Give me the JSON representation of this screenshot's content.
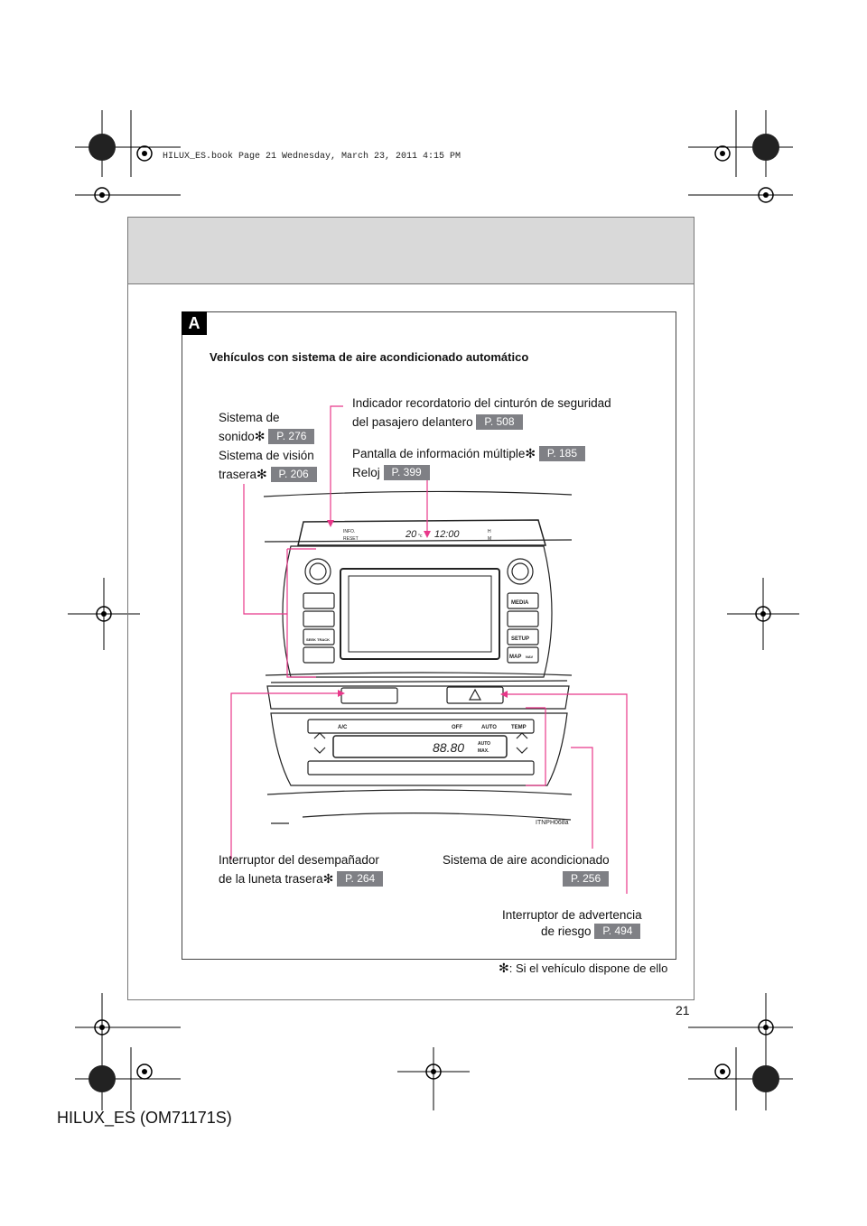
{
  "print_header": "HILUX_ES.book  Page 21  Wednesday, March 23, 2011  4:15 PM",
  "section": {
    "tag": "A",
    "title": "Vehículos con sistema de aire acondicionado automático"
  },
  "callouts": {
    "sound_line1": "Sistema de",
    "sound_line2": "sonido",
    "sound_ref": "P. 276",
    "rear_view_line1": "Sistema de visión",
    "rear_view_line2": "trasera",
    "rear_view_ref": "P. 206",
    "seatbelt_line1": "Indicador recordatorio del cinturón de seguridad",
    "seatbelt_line2": "del pasajero delantero",
    "seatbelt_ref": "P. 508",
    "multi_info_line": "Pantalla de información múltiple",
    "multi_info_ref": "P. 185",
    "clock_label": "Reloj",
    "clock_ref": "P. 399",
    "defogger_line1": "Interruptor del desempañador",
    "defogger_line2": "de la luneta trasera",
    "defogger_ref": "P. 264",
    "ac_line": "Sistema de aire acondicionado",
    "ac_ref": "P. 256",
    "hazard_line1": "Interruptor de advertencia",
    "hazard_line2": "de riesgo",
    "hazard_ref": "P. 494",
    "star": "✻"
  },
  "illustration": {
    "display_info": "INFO.",
    "display_reset": "RESET",
    "display_temp": "20",
    "display_temp_unit": "°c",
    "display_clock": "12:00",
    "display_h": "H",
    "display_m": "M",
    "btn_media": "MEDIA",
    "btn_setup": "SETUP",
    "btn_map": "MAP",
    "btn_nav": "NAV",
    "btn_seek": "SEEK TRACK",
    "ac_btn_ac": "A/C",
    "ac_btn_off": "OFF",
    "ac_btn_auto": "AUTO",
    "ac_btn_temp": "TEMP",
    "ac_display_value": "88.80",
    "ac_display_auto": "AUTO",
    "ac_display_max": "MAX.",
    "figure_code": "ITNPH068a"
  },
  "footnote": ": Si el vehículo dispone de ello",
  "page_number": "21",
  "doc_code": "HILUX_ES (OM71171S)",
  "colors": {
    "callout_line": "#e8388a",
    "ref_badge": "#7f8085",
    "header_band": "#d9d9d9"
  }
}
